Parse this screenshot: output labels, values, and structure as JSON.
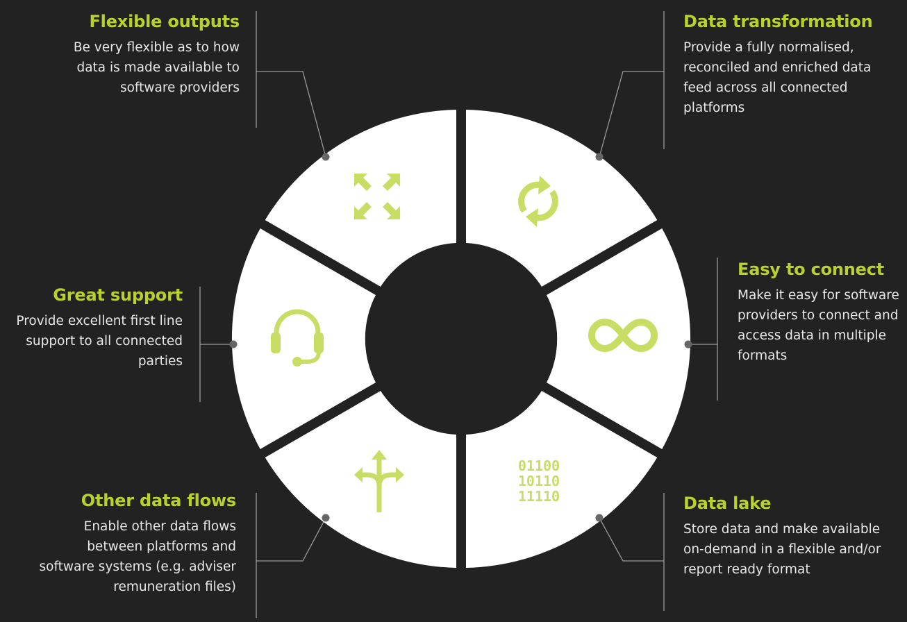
{
  "colors": {
    "background": "#232222",
    "segment": "#ffffff",
    "accent": "#c8dd63",
    "title": "#b9d12f",
    "connector": "#9a9a9a",
    "dot": "#666666"
  },
  "features": [
    {
      "id": "flexible-outputs",
      "title": "Flexible outputs",
      "desc": "Be very flexible as to how data is made available to software providers",
      "icon": "expand-arrows-icon"
    },
    {
      "id": "data-transformation",
      "title": "Data transformation",
      "desc": "Provide a fully normalised, reconciled and enriched data feed across all connected platforms",
      "icon": "refresh-icon"
    },
    {
      "id": "easy-to-connect",
      "title": "Easy to connect",
      "desc": "Make it easy for software providers to connect and access data in multiple formats",
      "icon": "infinity-icon"
    },
    {
      "id": "data-lake",
      "title": "Data lake",
      "desc": "Store data and make available on-demand in a flexible and/or report ready format",
      "icon": "binary-icon",
      "binary_lines": [
        "01100",
        "10110",
        "11110"
      ]
    },
    {
      "id": "other-data-flows",
      "title": "Other data flows",
      "desc": "Enable other data flows between platforms and software systems (e.g. adviser remuneration files)",
      "icon": "split-arrows-icon"
    },
    {
      "id": "great-support",
      "title": "Great support",
      "desc": "Provide excellent first line support to all connected parties",
      "icon": "headset-icon"
    }
  ]
}
